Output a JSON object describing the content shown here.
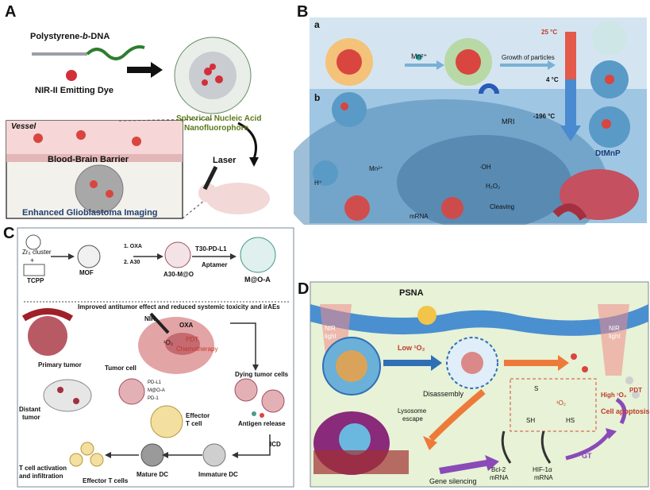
{
  "panels": {
    "a": {
      "letter": "A",
      "polymer_label": "Polystyrene-",
      "polymer_b": "b",
      "polymer_dna": "-DNA",
      "dye_label": "NIR-II Emitting Dye",
      "sna_line1": "Spherical Nucleic Acid",
      "sna_line2": "Nanofluorophore",
      "vessel": "Vessel",
      "bbb": "Blood-Brain Barrier",
      "laser": "Laser",
      "imaging": "Enhanced Glioblastoma Imaging"
    },
    "b": {
      "letter": "B",
      "sub_a": "a",
      "sub_b": "b",
      "mn": "Mn²⁺",
      "growth": "Growth of particles",
      "t25": "25 °C",
      "t4": "4 °C",
      "t196": "-196 °C",
      "dtmnp": "DtMnP",
      "mri": "MRI",
      "mn2": "Mn²⁺",
      "h": "H⁺",
      "oh": "·OH",
      "h2o2": "H₂O₂",
      "cleaving": "Cleaving",
      "mrna": "mRNA"
    },
    "c": {
      "letter": "C",
      "zr": "Zr₆ cluster",
      "plus": "+",
      "tcpp": "TCPP",
      "mof": "MOF",
      "oxa_step": "1. OXA",
      "a30_step": "2. A30",
      "a30m": "A30-M@O",
      "aptamer1": "T30-PD-L1",
      "aptamer2": "Aptamer",
      "moa": "M@O-A",
      "improved": "Improved antitumor effect and reduced systemic toxicity and irAEs",
      "nir": "NIR",
      "oxa": "OXA",
      "o2": "¹O₂",
      "pdt": "PDT",
      "chemo": "Chemotherapy",
      "primary": "Primary tumor",
      "tumor_cell": "Tumor cell",
      "dying": "Dying tumor cells",
      "antigen": "Antigen release",
      "icd": "ICD",
      "pdl1": "PD-L1",
      "moa_small": "M@O-A",
      "pd1": "PD-1",
      "effector": "Effector",
      "tcell": "T cell",
      "distant1": "Distant",
      "distant2": "tumor",
      "activation1": "T cell activation",
      "activation2": "and infiltration",
      "effector_t": "Effector T cells",
      "mature": "Mature DC",
      "immature": "Immature DC"
    },
    "d": {
      "letter": "D",
      "psna": "PSNA",
      "nir1": "NIR",
      "light1": "light",
      "low": "Low ¹O₂",
      "disassembly": "Disassembly",
      "nir2": "NIR",
      "light2": "light",
      "o2": "¹O₂",
      "high": "High ¹O₂",
      "pdt": "PDT",
      "apoptosis": "Cell apoptosis",
      "lysosome1": "Lysosome",
      "lysosome2": "escape",
      "gene": "Gene silencing",
      "bcl1": "Bcl-2",
      "bcl2": "mRNA",
      "hif1": "HIF-1α",
      "hif2": "mRNA",
      "gt": "GT",
      "s": "S",
      "sh": "SH",
      "hs": "HS"
    }
  },
  "colors": {
    "panel_b_bg": "#9fc6e3",
    "panel_c_bg": "#ffffff",
    "panel_d_bg": "#e7f2d6",
    "tumor_red": "#b83b45",
    "arrow_blue": "#2f6fb5",
    "membrane_blue": "#4a8fd0"
  }
}
